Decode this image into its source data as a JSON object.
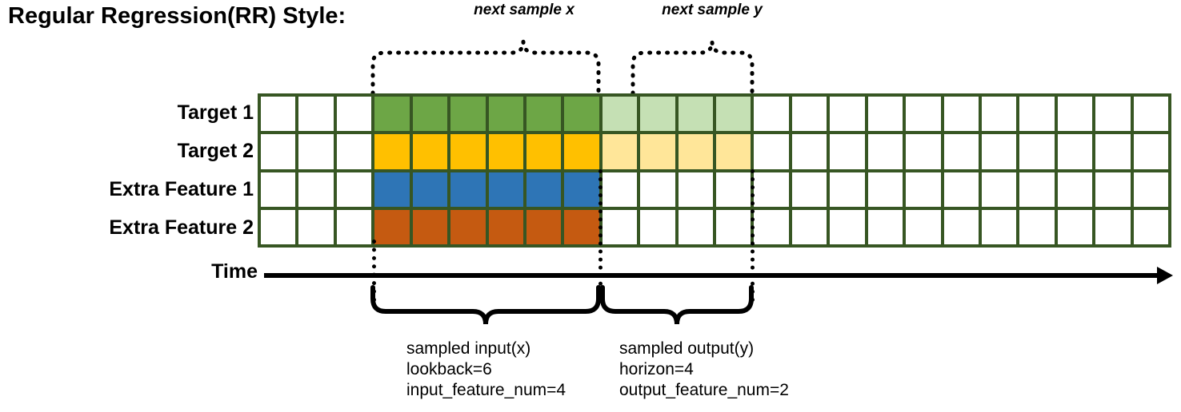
{
  "title": "Regular Regression(RR) Style:",
  "grid": {
    "columns": 24,
    "rows": [
      {
        "label": "Target 1",
        "name": "target-1"
      },
      {
        "label": "Target 2",
        "name": "target-2"
      },
      {
        "label": "Extra Feature 1",
        "name": "extra-feature-1"
      },
      {
        "label": "Extra Feature 2",
        "name": "extra-feature-2"
      }
    ],
    "input_start_col": 4,
    "input_end_col": 9,
    "output_start_col": 10,
    "output_end_col": 13,
    "cell_fills": [
      [
        "#ffffff",
        "#ffffff",
        "#ffffff",
        "#6DA646",
        "#6DA646",
        "#6DA646",
        "#6DA646",
        "#6DA646",
        "#6DA646",
        "#C5E0B4",
        "#C5E0B4",
        "#C5E0B4",
        "#C5E0B4",
        "#ffffff",
        "#ffffff",
        "#ffffff",
        "#ffffff",
        "#ffffff",
        "#ffffff",
        "#ffffff",
        "#ffffff",
        "#ffffff",
        "#ffffff",
        "#ffffff"
      ],
      [
        "#ffffff",
        "#ffffff",
        "#ffffff",
        "#FFC000",
        "#FFC000",
        "#FFC000",
        "#FFC000",
        "#FFC000",
        "#FFC000",
        "#FFE699",
        "#FFE699",
        "#FFE699",
        "#FFE699",
        "#ffffff",
        "#ffffff",
        "#ffffff",
        "#ffffff",
        "#ffffff",
        "#ffffff",
        "#ffffff",
        "#ffffff",
        "#ffffff",
        "#ffffff",
        "#ffffff"
      ],
      [
        "#ffffff",
        "#ffffff",
        "#ffffff",
        "#2E75B6",
        "#2E75B6",
        "#2E75B6",
        "#2E75B6",
        "#2E75B6",
        "#2E75B6",
        "#ffffff",
        "#ffffff",
        "#ffffff",
        "#ffffff",
        "#ffffff",
        "#ffffff",
        "#ffffff",
        "#ffffff",
        "#ffffff",
        "#ffffff",
        "#ffffff",
        "#ffffff",
        "#ffffff",
        "#ffffff",
        "#ffffff"
      ],
      [
        "#ffffff",
        "#ffffff",
        "#ffffff",
        "#C55A11",
        "#C55A11",
        "#C55A11",
        "#C55A11",
        "#C55A11",
        "#C55A11",
        "#ffffff",
        "#ffffff",
        "#ffffff",
        "#ffffff",
        "#ffffff",
        "#ffffff",
        "#ffffff",
        "#ffffff",
        "#ffffff",
        "#ffffff",
        "#ffffff",
        "#ffffff",
        "#ffffff",
        "#ffffff",
        "#ffffff"
      ]
    ],
    "border_color": "#375623"
  },
  "time_axis": {
    "label": "Time"
  },
  "top_annotations": [
    {
      "name": "next-sample-x",
      "label": "next sample x"
    },
    {
      "name": "next-sample-y",
      "label": "next sample y"
    }
  ],
  "bottom_annotations": [
    {
      "name": "sampled-input",
      "line1": "sampled input(x)",
      "line2": "lookback=6",
      "line3": "input_feature_num=4"
    },
    {
      "name": "sampled-output",
      "line1": "sampled output(y)",
      "line2": "horizon=4",
      "line3": "output_feature_num=2"
    }
  ],
  "colors": {
    "target1_dark": "#6DA646",
    "target1_light": "#C5E0B4",
    "target2_dark": "#FFC000",
    "target2_light": "#FFE699",
    "feature1": "#2E75B6",
    "feature2": "#C55A11",
    "grid_border": "#375623",
    "axis": "#000000"
  }
}
